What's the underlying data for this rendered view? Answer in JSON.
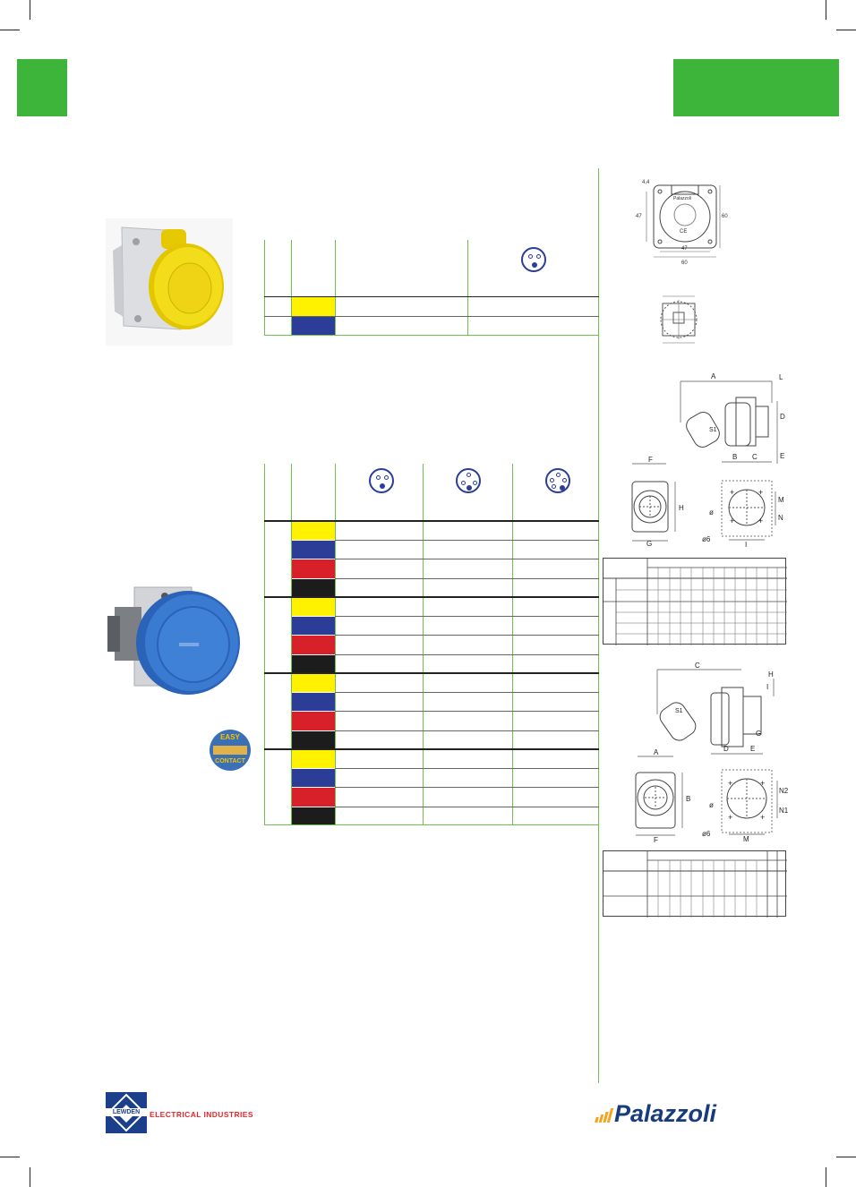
{
  "header": {
    "left_tab_color": "#3db53a",
    "right_tab_color": "#3db53a"
  },
  "products": [
    {
      "name": "yellow-socket-photo",
      "color": "#f1dd1a"
    },
    {
      "name": "blue-socket-photo",
      "color": "#2f6fc4"
    }
  ],
  "easy_contact_badge": {
    "top": "EASY",
    "bottom": "CONTACT"
  },
  "table1": {
    "pin_icons": [
      "2P+E"
    ],
    "rows": [
      "yellow",
      "blue"
    ]
  },
  "table2": {
    "pin_icons": [
      "2P+E",
      "3P+E",
      "3P+N+E"
    ],
    "groups": [
      [
        "yellow",
        "blue",
        "red",
        "black"
      ],
      [
        "yellow",
        "blue",
        "red",
        "black"
      ],
      [
        "yellow",
        "blue",
        "red",
        "black"
      ],
      [
        "yellow",
        "blue",
        "red",
        "black"
      ]
    ]
  },
  "drawing1": {
    "labels": [
      "4,4",
      "47",
      "60",
      "47",
      "60"
    ],
    "brand": "Palazzoli"
  },
  "drawing2": {
    "labels": [
      "A",
      "L",
      "D",
      "E",
      "B",
      "C",
      "S1",
      "F",
      "H",
      "G",
      "ø",
      "ø6",
      "I",
      "M",
      "N"
    ]
  },
  "drawing3": {
    "labels": [
      "C",
      "H",
      "I",
      "S1",
      "D",
      "E",
      "G",
      "A",
      "B",
      "F",
      "ø",
      "ø6",
      "M",
      "N2",
      "N1"
    ]
  },
  "footer": {
    "lewden_logo_text": "LEWDEN",
    "lewden_tagline": "ELECTRICAL INDUSTRIES",
    "lewden_tagline_color": "#e8262a",
    "palazzoli_logo_text": "Palazzoli",
    "palazzoli_color": "#173c7d",
    "palazzoli_accent": "#f4a31b"
  }
}
